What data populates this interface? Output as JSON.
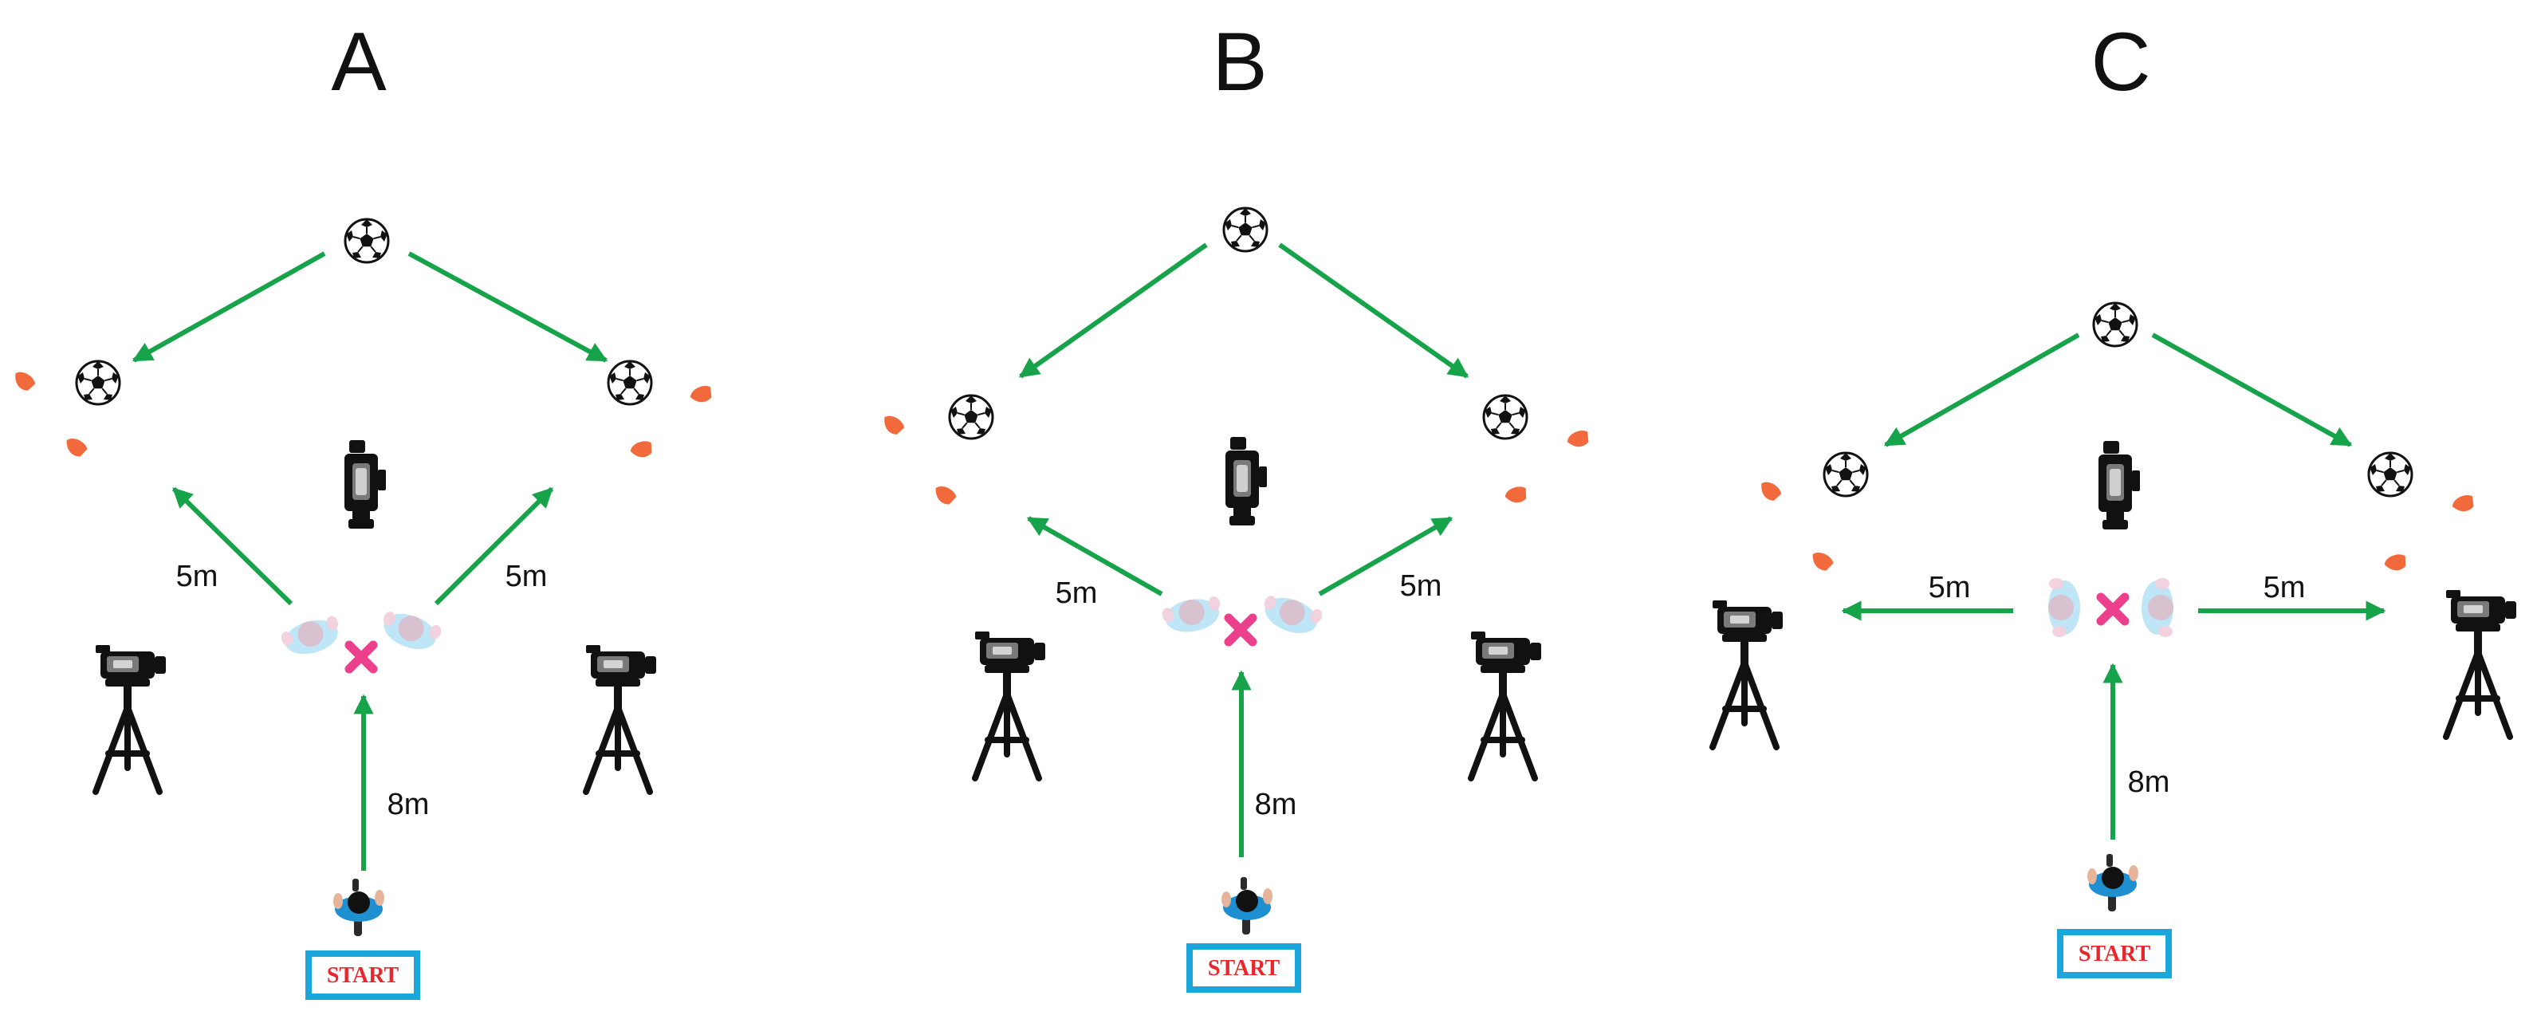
{
  "colors": {
    "arrow": "#17a34a",
    "cone": "#f26a3c",
    "marker": "#ec3f8c",
    "start_border": "#1ba6dc",
    "start_text": "#e8262b",
    "player_shirt": "#1e8fd0",
    "ghost_shirt": "#bfe6f6"
  },
  "panels": [
    {
      "id": "A",
      "title": "A",
      "labels": {
        "side_left": "5m",
        "side_right": "5m",
        "run": "8m"
      },
      "start": "START"
    },
    {
      "id": "B",
      "title": "B",
      "labels": {
        "side_left": "5m",
        "side_right": "5m",
        "run": "8m"
      },
      "start": "START"
    },
    {
      "id": "C",
      "title": "C",
      "labels": {
        "side_left": "5m",
        "side_right": "5m",
        "run": "8m"
      },
      "start": "START"
    }
  ],
  "icons": [
    "soccer-ball-icon",
    "traffic-cone-icon",
    "camera-icon",
    "camera-tripod-icon",
    "player-top-view-icon",
    "x-marker-icon",
    "arrow-icon"
  ]
}
